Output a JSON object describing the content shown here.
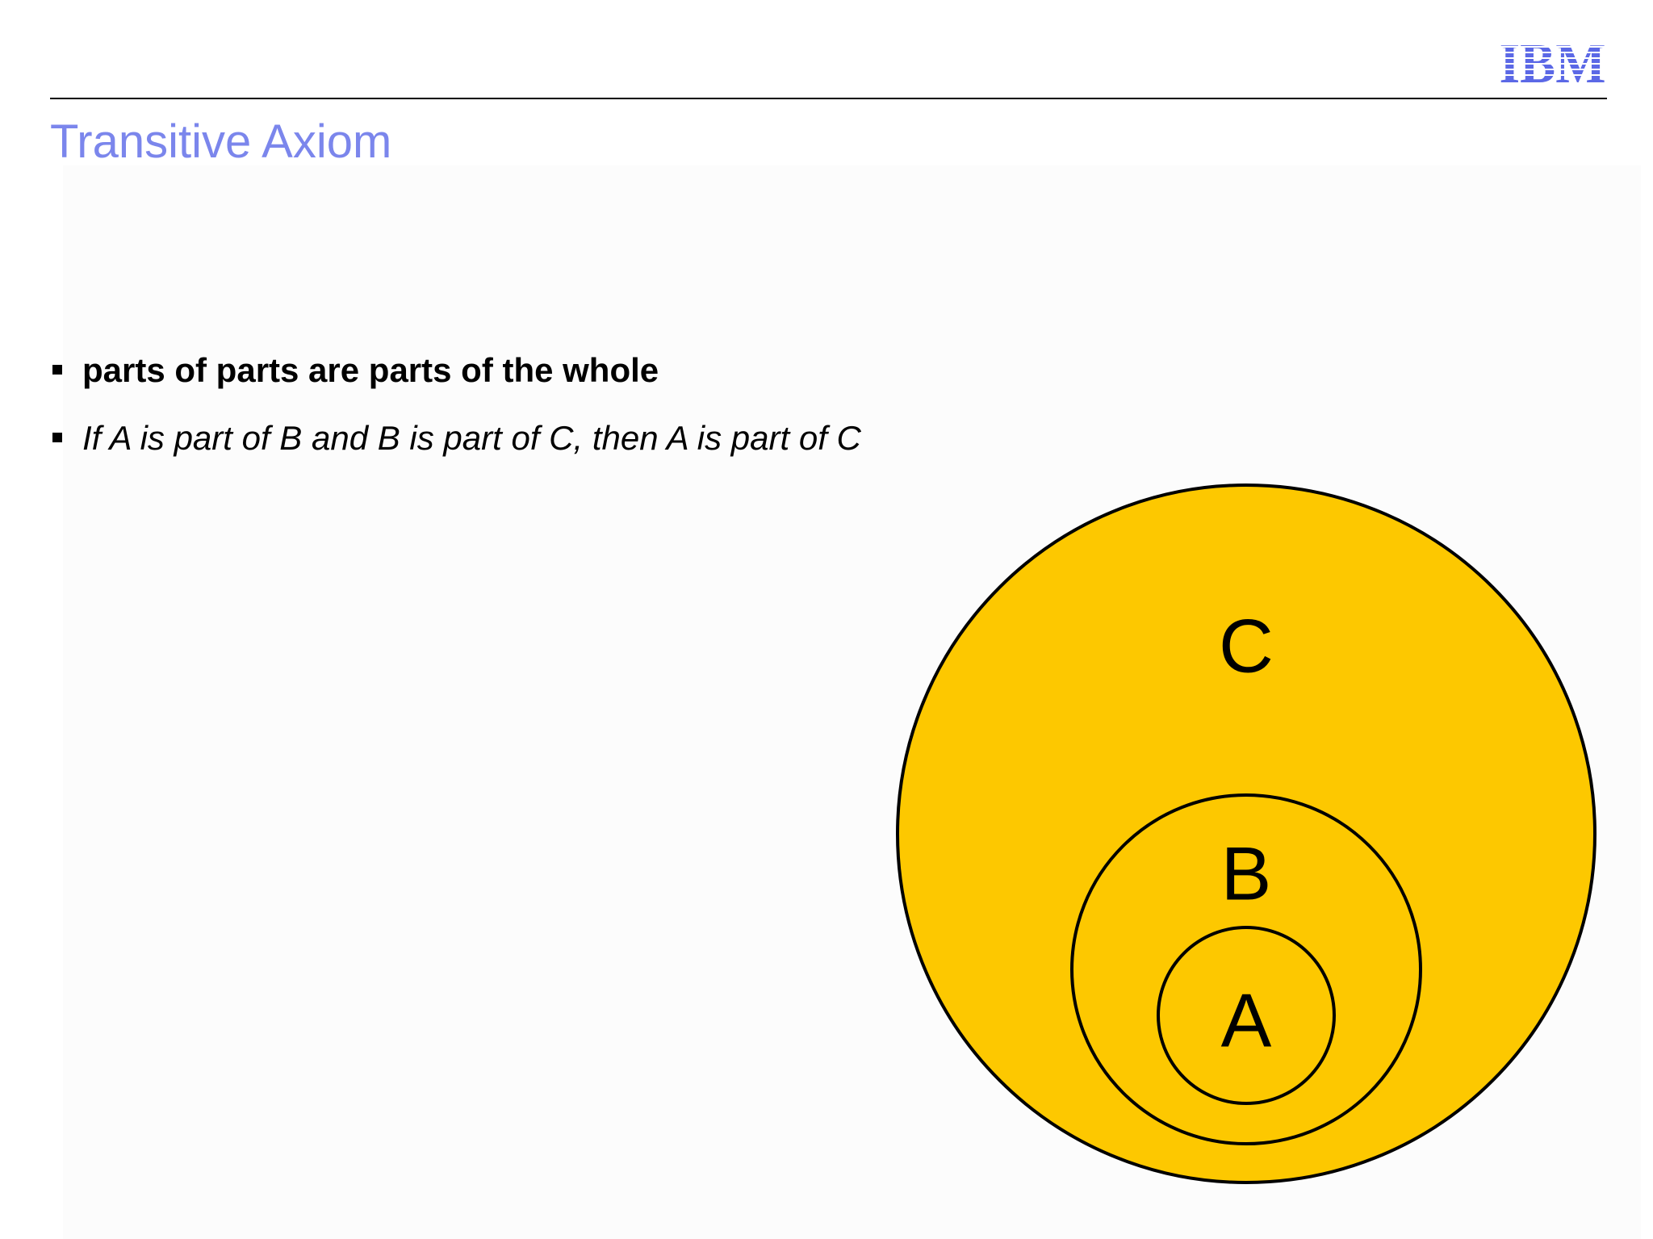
{
  "header": {
    "logo_text": "IBM",
    "logo_color": "#5b68e6"
  },
  "slide": {
    "title": "Transitive Axiom",
    "title_color": "#7b86ec",
    "bullets": [
      {
        "text": "parts of parts are parts of the whole",
        "style": "bold"
      },
      {
        "text": "If A is part of B and B is part of C, then A is part of C",
        "style": "italic"
      }
    ]
  },
  "diagram": {
    "fill_color": "#fdc800",
    "stroke_color": "#000000",
    "circles": [
      {
        "label": "C"
      },
      {
        "label": "B"
      },
      {
        "label": "A"
      }
    ]
  }
}
